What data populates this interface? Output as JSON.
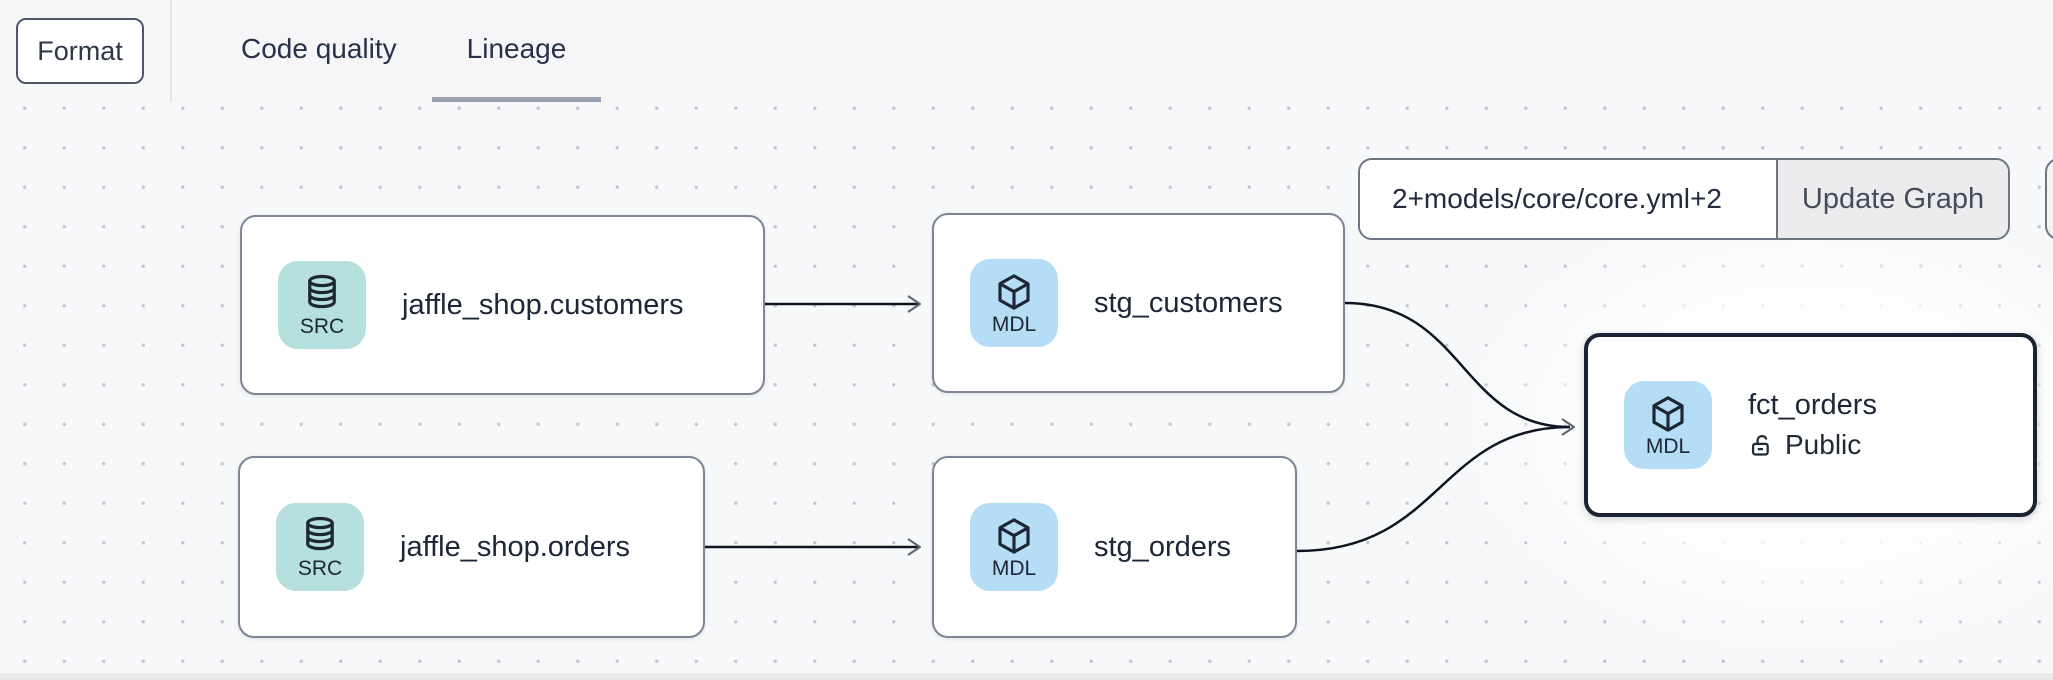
{
  "toolbar": {
    "format_label": "Format",
    "tabs": [
      {
        "label": "Code quality",
        "active": false
      },
      {
        "label": "Lineage",
        "active": true
      }
    ]
  },
  "lineage_controls": {
    "selector_value": "2+models/core/core.yml+2",
    "update_button_label": "Update Graph"
  },
  "graph": {
    "nodes": [
      {
        "id": "source-jaffle-shop-customers",
        "type": "source",
        "badge": "SRC",
        "label": "jaffle_shop.customers"
      },
      {
        "id": "model-stg-customers",
        "type": "model",
        "badge": "MDL",
        "label": "stg_customers"
      },
      {
        "id": "source-jaffle-shop-orders",
        "type": "source",
        "badge": "SRC",
        "label": "jaffle_shop.orders"
      },
      {
        "id": "model-stg-orders",
        "type": "model",
        "badge": "MDL",
        "label": "stg_orders"
      },
      {
        "id": "model-fct-orders",
        "type": "model",
        "badge": "MDL",
        "label": "fct_orders",
        "access": "Public",
        "selected": true
      }
    ],
    "edges": [
      {
        "from": "jaffle_shop.customers",
        "to": "stg_customers"
      },
      {
        "from": "jaffle_shop.orders",
        "to": "stg_orders"
      },
      {
        "from": "stg_customers",
        "to": "fct_orders"
      },
      {
        "from": "stg_orders",
        "to": "fct_orders"
      }
    ]
  },
  "colors": {
    "source_icon_bg": "#b5e0dd",
    "model_icon_bg": "#b6ddf6",
    "selected_border": "#1a2333",
    "node_border": "#7d8596",
    "edge": "#0e1522",
    "tab_underline": "#9aa1ae",
    "canvas_bg": "#f7f8fa"
  }
}
